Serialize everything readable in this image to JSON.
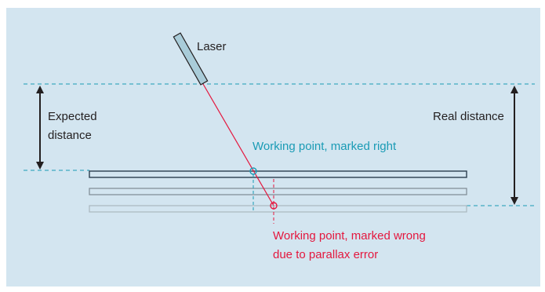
{
  "colors": {
    "background": "#d3e5f0",
    "blue": "#1a9bb5",
    "red": "#e4173e",
    "dark": "#231f20",
    "plate_top": "#2b3f4f",
    "plate_mid": "#7d8a92",
    "plate_low": "#aab7bf"
  },
  "labels": {
    "laser": "Laser",
    "expected_line1": "Expected",
    "expected_line2": "distance",
    "real_distance": "Real distance",
    "point_right": "Working point, marked right",
    "point_wrong_line1": "Working point, marked wrong",
    "point_wrong_line2": "due to parallax error"
  },
  "icons": {
    "laser": "laser-emitter-icon",
    "point_right": "circle-marker-icon",
    "point_wrong": "circle-marker-icon"
  }
}
